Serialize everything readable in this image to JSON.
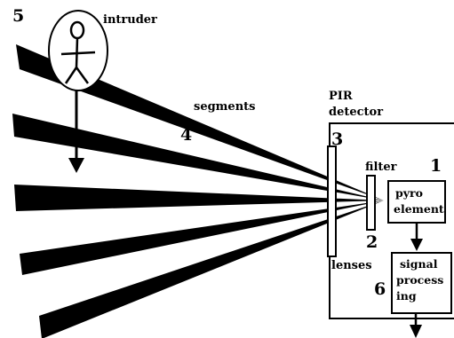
{
  "labels": {
    "intruder": "intruder",
    "segments": "segments",
    "pir_line1": "PIR",
    "pir_line2": "detector",
    "filter": "filter",
    "lenses": "lenses",
    "pyro_line1": "pyro",
    "pyro_line2": "element",
    "signal_line1": "signal",
    "signal_line2": "process",
    "signal_line3": "ing"
  },
  "numbers": {
    "pyro_element": "1",
    "filter": "2",
    "lenses": "3",
    "segments": "4",
    "intruder": "5",
    "signal_processing": "6"
  },
  "colors": {
    "ink": "#000000",
    "background": "#ffffff"
  }
}
